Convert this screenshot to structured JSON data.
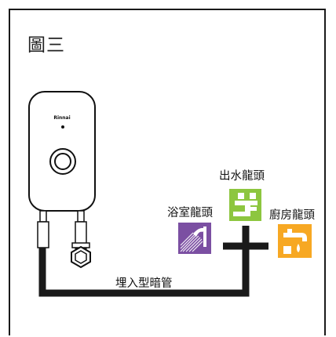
{
  "figure": {
    "title": "圖三",
    "heater_brand": "Rinnai"
  },
  "labels": {
    "main_tap": "出水龍頭",
    "bathroom_tap": "浴室龍頭",
    "kitchen_tap": "廚房龍頭",
    "pipe": "埋入型暗管"
  },
  "colors": {
    "main_tap_icon_bg": "#8dc63f",
    "bathroom_tap_icon_bg": "#7b4fa2",
    "kitchen_tap_icon_bg": "#f7a823",
    "pipe": "#1a1a1a"
  }
}
